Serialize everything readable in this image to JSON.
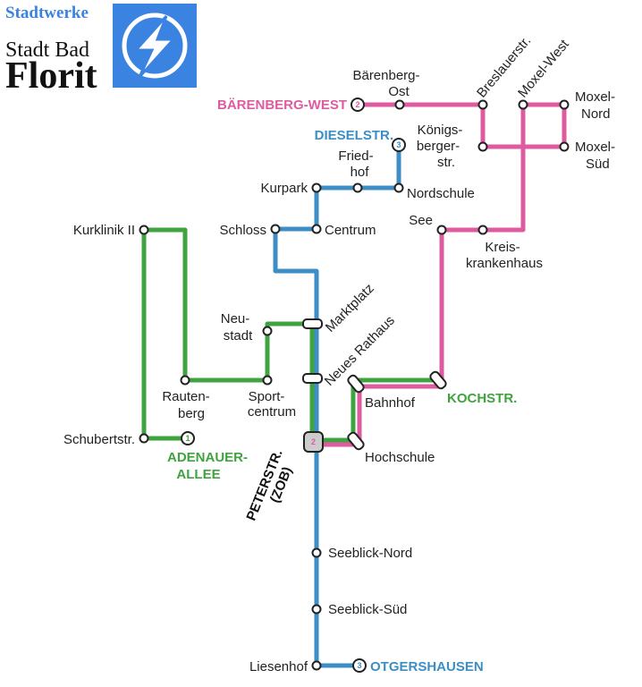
{
  "brand": {
    "company": "Stadtwerke",
    "city_line1": "Stadt Bad",
    "city_line2": "Florit",
    "logo_color": "#3a83e0",
    "company_color": "#3a83e0"
  },
  "colors": {
    "line1": "#3fa33f",
    "line2": "#de5ba0",
    "line3": "#3c8ec4"
  },
  "lines": [
    {
      "number": "1",
      "terminus": "ADENAUER-ALLEE",
      "color": "#3fa33f"
    },
    {
      "number": "2",
      "terminus": "BÄRENBERG-WEST",
      "color": "#de5ba0"
    },
    {
      "number": "3",
      "terminus": "DIESELSTR.",
      "color": "#3c8ec4"
    },
    {
      "number": "3",
      "terminus": "OTGERSHAUSEN",
      "color": "#3c8ec4"
    },
    {
      "number": "1",
      "terminus": "KOCHSTR.",
      "color": "#3fa33f"
    }
  ],
  "terminus_labels": {
    "adenauer_1": "ADENAUER-",
    "adenauer_2": "ALLEE",
    "baerenberg_west": "BÄRENBERG-WEST",
    "dieselstr": "DIESELSTR.",
    "otgershausen": "OTGERSHAUSEN",
    "kochstr": "KOCHSTR.",
    "peterstr_1": "PETERSTR.",
    "peterstr_2": "(ZOB)"
  },
  "badges": {
    "line1": "1",
    "line2": "2",
    "line3": "3"
  },
  "stations": {
    "baerenberg_ost_1": "Bärenberg-",
    "baerenberg_ost_2": "Ost",
    "breslauerstr": "Breslauerstr.",
    "moxel_west": "Moxel-West",
    "moxel_nord_1": "Moxel-",
    "moxel_nord_2": "Nord",
    "moxel_sued_1": "Moxel-",
    "moxel_sued_2": "Süd",
    "koenigsberger_1": "Königs-",
    "koenigsberger_2": "berger-",
    "koenigsberger_3": "str.",
    "friedhof_1": "Fried-",
    "friedhof_2": "hof",
    "kurpark": "Kurpark",
    "nordschule": "Nordschule",
    "schloss": "Schloss",
    "centrum": "Centrum",
    "see": "See",
    "kreiskrankenhaus_1": "Kreis-",
    "kreiskrankenhaus_2": "krankenhaus",
    "kurklinik": "Kurklinik II",
    "neustadt_1": "Neu-",
    "neustadt_2": "stadt",
    "marktplatz": "Marktplatz",
    "neues_rathaus": "Neues Rathaus",
    "rautenberg_1": "Rauten-",
    "rautenberg_2": "berg",
    "sportcentrum_1": "Sport-",
    "sportcentrum_2": "centrum",
    "bahnhof": "Bahnhof",
    "schubertstr": "Schubertstr.",
    "hochschule": "Hochschule",
    "seeblick_nord": "Seeblick-Nord",
    "seeblick_sued": "Seeblick-Süd",
    "liesenhof": "Liesenhof"
  }
}
